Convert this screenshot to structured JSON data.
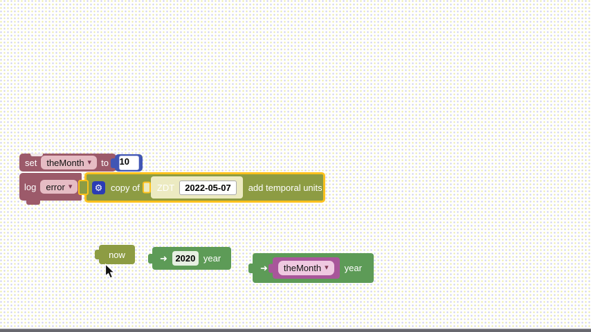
{
  "colors": {
    "dot_yellow": "#ededa6",
    "dot_blue": "#cccdf0",
    "bottom_bar": "#68686f",
    "variable_block": "#9c5a6a",
    "pink_field": "#e6bcc4",
    "caret": "#7d3a52",
    "number_block": "#4156b4",
    "olive_block": "#8d9c43",
    "green_block": "#5d9b57",
    "magenta_block": "#a8569a",
    "magenta_field": "#efc9e1",
    "highlight": "#fcc11d",
    "pale_block": "#eceac1",
    "gear_bg": "#2a3cb5"
  },
  "blocks": {
    "set_block": {
      "keyword": "set",
      "variable": "theMonth",
      "to_label": "to",
      "value": "10"
    },
    "log_block": {
      "keyword": "log",
      "level": "error"
    },
    "copy_block": {
      "label": "copy of",
      "zdt_label": "ZDT",
      "date": "2022-05-07",
      "suffix": "add temporal units"
    },
    "now_block": {
      "label": "now"
    },
    "year_2020_block": {
      "value": "2020",
      "unit": "year"
    },
    "themonth_year_block": {
      "variable": "theMonth",
      "unit": "year"
    }
  },
  "icons": {
    "gear": "⚙",
    "caret": "▾",
    "flow_arrow": "➜"
  }
}
